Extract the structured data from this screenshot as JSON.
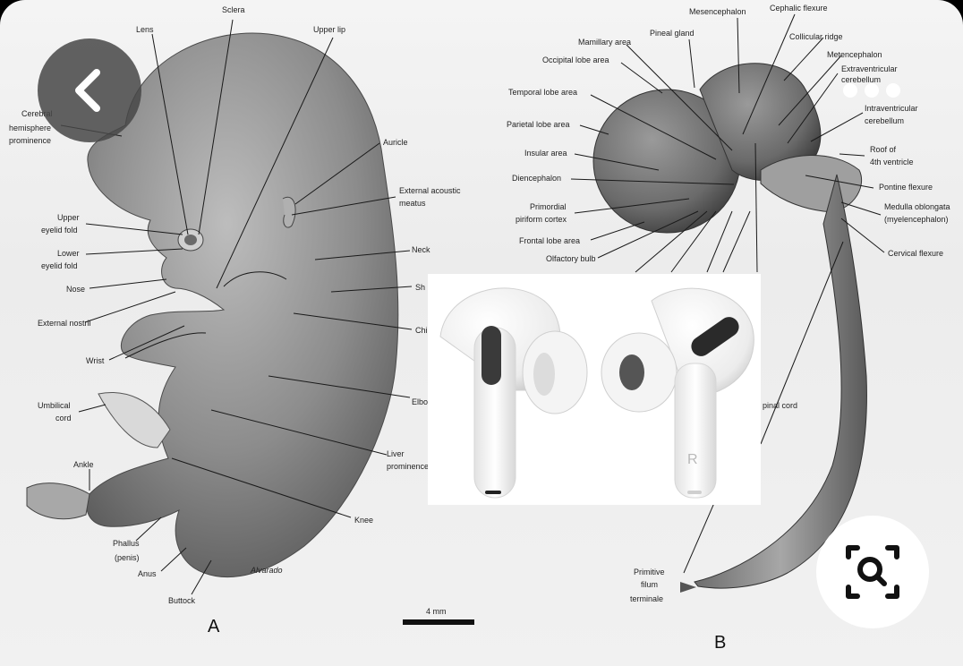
{
  "viewer": {
    "back_icon": "chevron-left-icon",
    "more_icon": "more-dots-icon",
    "lens_icon": "visual-search-icon"
  },
  "figure_a": {
    "labels": {
      "sclera": "Sclera",
      "lens": "Lens",
      "upper_lip": "Upper lip",
      "cerebral_1": "Cerebral",
      "cerebral_2": "hemisphere",
      "cerebral_3": "prominence",
      "auricle": "Auricle",
      "ext_acoustic_1": "External acoustic",
      "ext_acoustic_2": "meatus",
      "upper_eyelid_1": "Upper",
      "upper_eyelid_2": "eyelid fold",
      "lower_eyelid_1": "Lower",
      "lower_eyelid_2": "eyelid fold",
      "neck": "Neck",
      "nose": "Nose",
      "sh": "Sh",
      "ext_nostril": "External nostril",
      "chi": "Chi",
      "wrist": "Wrist",
      "elbo": "Elbo",
      "umbilical_1": "Umbilical",
      "umbilical_2": "cord",
      "liver_1": "Liver",
      "liver_2": "prominence",
      "ankle": "Ankle",
      "knee": "Knee",
      "phallus_1": "Phallus",
      "phallus_2": "(penis)",
      "anus": "Anus",
      "buttock": "Buttock",
      "scale": "4 mm",
      "letter": "A",
      "signature": "Alvarado"
    }
  },
  "figure_b": {
    "labels": {
      "mesencephalon": "Mesencephalon",
      "cephalic_flexure": "Cephalic flexure",
      "pineal_gland": "Pineal gland",
      "mamillary_area": "Mamillary area",
      "collicular_ridge": "Collicular ridge",
      "occipital_lobe": "Occipital lobe area",
      "metencephalon": "Metencephalon",
      "extraventricular_1": "Extraventricular",
      "extraventricular_2": "cerebellum",
      "temporal_lobe": "Temporal lobe area",
      "intraventricular_1": "Intraventricular",
      "intraventricular_2": "cerebellum",
      "parietal_lobe": "Parietal lobe area",
      "roof_1": "Roof of",
      "roof_2": "4th ventricle",
      "insular_area": "Insular area",
      "diencephalon": "Diencephalon",
      "pontine_flexure": "Pontine flexure",
      "primordial_1": "Primordial",
      "primordial_2": "piriform cortex",
      "medulla_1": "Medulla oblongata",
      "medulla_2": "(myelencephalon)",
      "frontal_lobe": "Frontal lobe area",
      "cervical_flexure": "Cervical flexure",
      "olfactory_bulb": "Olfactory bulb",
      "spinal_cord": "pinal cord",
      "filum_1": "Primitive",
      "filum_2": "filum",
      "filum_3": "terminale",
      "letter": "B"
    }
  },
  "overlay_photo": {
    "right_bud_mark": "R"
  }
}
